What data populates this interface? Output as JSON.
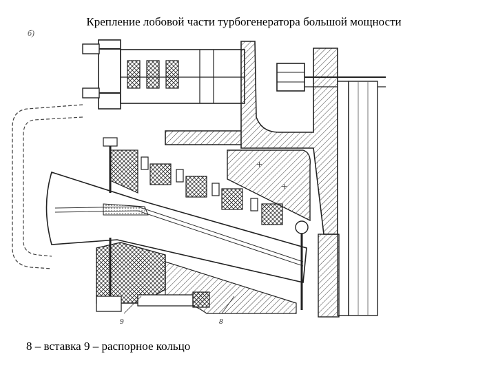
{
  "slide": {
    "title": "Крепление лобовой части турбогенератора большой мощности",
    "caption": "8 – вставка 9 – распорное кольцо"
  },
  "figure": {
    "panel_tag": "б)",
    "labels": {
      "insert": "8",
      "spacer_ring": "9"
    }
  },
  "colors": {
    "ink": "#2a2a2a",
    "paper": "#ffffff",
    "hatch": "#3a3a3a"
  }
}
